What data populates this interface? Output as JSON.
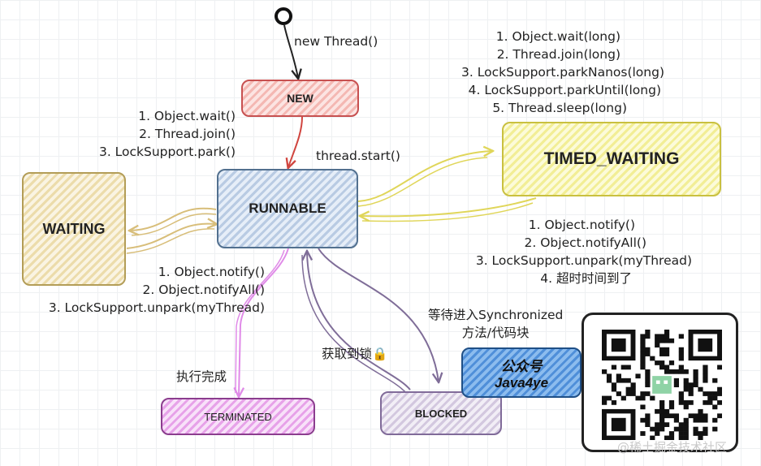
{
  "states": {
    "new": "NEW",
    "runnable": "RUNNABLE",
    "waiting": "WAITING",
    "timed_waiting": "TIMED_WAITING",
    "terminated": "TERMINATED",
    "blocked": "BLOCKED"
  },
  "edges": {
    "new_thread": "new Thread()",
    "thread_start": "thread.start()",
    "finished": "执行完成",
    "acquire_lock": "获取到锁🔒",
    "wait_sync_line1": "等待进入Synchronized",
    "wait_sync_line2": "方法/代码块"
  },
  "lists": {
    "to_waiting": [
      "1. Object.wait()",
      "2. Thread.join()",
      "3. LockSupport.park()"
    ],
    "from_waiting": [
      "1. Object.notify()",
      "2. Object.notifyAll()",
      "3. LockSupport.unpark(myThread)"
    ],
    "to_timed": [
      "1. Object.wait(long)",
      "2. Thread.join(long)",
      "3. LockSupport.parkNanos(long)",
      "4. LockSupport.parkUntil(long)",
      "5. Thread.sleep(long)"
    ],
    "from_timed": [
      "1. Object.notify()",
      "2. Object.notifyAll()",
      "3. LockSupport.unpark(myThread)",
      "4. 超时时间到了"
    ]
  },
  "promo": {
    "line1": "公众号",
    "line2": "Java4ye"
  },
  "watermark": "@稀土掘金技术社区",
  "colors": {
    "new": "#c75050",
    "runnable": "#52708f",
    "timed_waiting": "#c9c040",
    "waiting": "#b39d57",
    "terminated": "#8b3d8e",
    "blocked": "#806b99"
  }
}
